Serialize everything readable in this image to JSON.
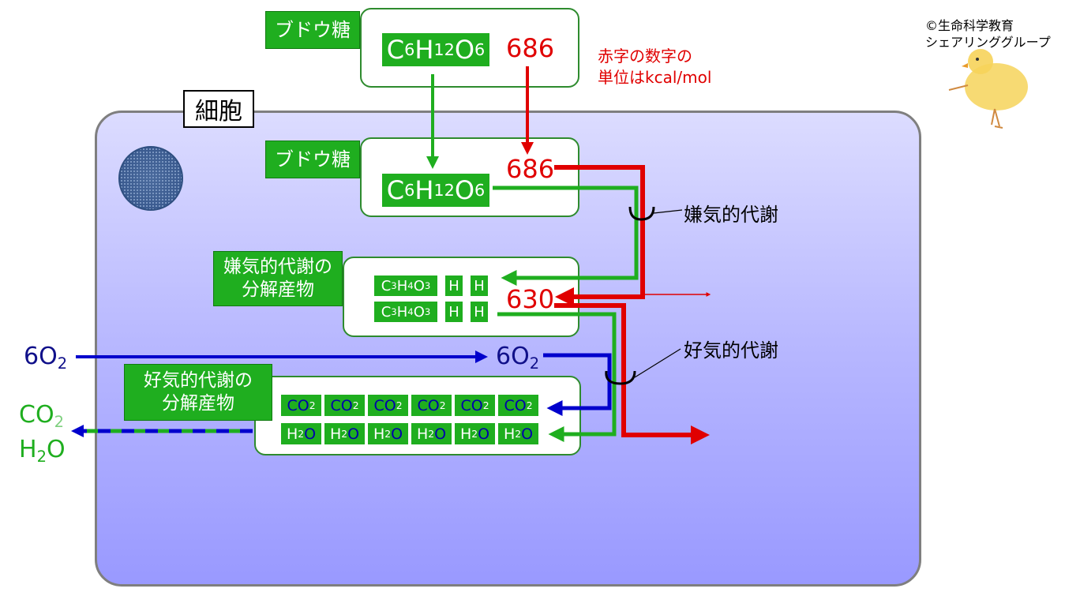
{
  "copyright": "©生命科学教育\nシェアリンググループ",
  "note_line1": "赤字の数字の",
  "note_line2": "単位はkcal/mol",
  "cell_label": "細胞",
  "glucose_label_outside": "ブドウ糖",
  "glucose_label_inside": "ブドウ糖",
  "formula": {
    "c": "C",
    "c_n": "6",
    "h": "H",
    "h_n": "12",
    "o": "O",
    "o_n": "6"
  },
  "energy_outside": "686",
  "energy_inside": "686",
  "energy_after_anaerobic": "630",
  "anaerobic_label": "嫌気的代謝",
  "aerobic_label": "好気的代謝",
  "anaerobic_products_label": "嫌気的代謝の\n分解産物",
  "aerobic_products_label": "好気的代謝の\n分解産物",
  "pyruvate": {
    "c": "C",
    "c_n": "3",
    "h": "H",
    "h_n": "4",
    "o": "O",
    "o_n": "3"
  },
  "hydrogen": "H",
  "oxygen_in": {
    "coef": "6O",
    "sub": "2"
  },
  "oxygen_mid": {
    "coef": "6O",
    "sub": "2"
  },
  "co2": {
    "base": "CO",
    "sub": "2"
  },
  "h2o": {
    "h": "H",
    "sub": "2",
    "o": "O"
  },
  "out_co2": {
    "base": "CO",
    "sub": "2"
  },
  "out_h2o": {
    "h": "H",
    "sub": "2",
    "o": "O"
  },
  "colors": {
    "green": "#1fae1f",
    "red": "#e00000",
    "blue": "#0000cc",
    "cell": "#b7b7ff"
  }
}
